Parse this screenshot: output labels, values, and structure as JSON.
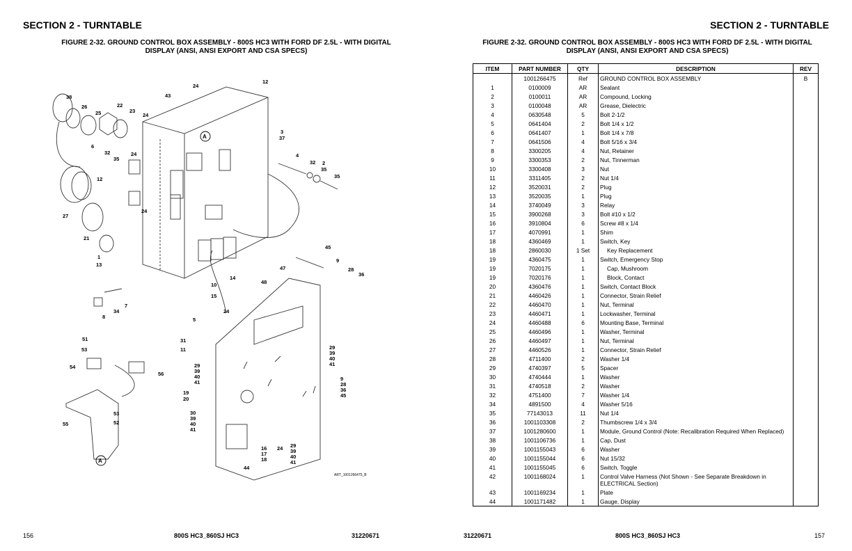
{
  "left_page": {
    "section_title": "SECTION 2 - TURNTABLE",
    "figure_title_line1": "FIGURE 2-32. GROUND CONTROL BOX ASSEMBLY - 800S HC3 WITH FORD DF 2.5L - WITH DIGITAL",
    "figure_title_line2": "DISPLAY (ANSI, ANSI EXPORT AND CSA SPECS)",
    "art_id": "ART_1001266475_B",
    "page_number": "156",
    "footer_model": "800S HC3_860SJ HC3",
    "footer_doc": "31220671",
    "callouts": [
      "38",
      "26",
      "25",
      "22",
      "23",
      "24",
      "43",
      "24",
      "12",
      "6",
      "32",
      "35",
      "24",
      "12",
      "3",
      "37",
      "4",
      "32",
      "2",
      "35",
      "35",
      "27",
      "24",
      "21",
      "1",
      "13",
      "14",
      "45",
      "47",
      "48",
      "9",
      "28",
      "36",
      "10",
      "15",
      "24",
      "51",
      "53",
      "54",
      "56",
      "5",
      "31",
      "11",
      "29",
      "39",
      "40",
      "41",
      "19",
      "20",
      "30",
      "39",
      "40",
      "41",
      "53",
      "52",
      "55",
      "16",
      "17",
      "18",
      "24",
      "29",
      "39",
      "40",
      "41",
      "44",
      "29",
      "39",
      "40",
      "41",
      "9",
      "28",
      "36",
      "45",
      "8",
      "34",
      "7",
      "A",
      "A"
    ]
  },
  "right_page": {
    "section_title": "SECTION 2 - TURNTABLE",
    "figure_title_line1": "FIGURE 2-32. GROUND CONTROL BOX ASSEMBLY - 800S HC3 WITH FORD DF 2.5L - WITH DIGITAL",
    "figure_title_line2": "DISPLAY (ANSI, ANSI EXPORT AND CSA SPECS)",
    "page_number": "157",
    "footer_model": "800S HC3_860SJ HC3",
    "footer_doc": "31220671",
    "table": {
      "headers": [
        "ITEM",
        "PART NUMBER",
        "QTY",
        "DESCRIPTION",
        "REV"
      ],
      "rows": [
        {
          "item": "",
          "part": "1001266475",
          "qty": "Ref",
          "desc": "GROUND CONTROL BOX ASSEMBLY",
          "rev": "B",
          "lvl": 0
        },
        {
          "item": "1",
          "part": "0100009",
          "qty": "AR",
          "desc": "Sealant",
          "rev": "",
          "lvl": 1
        },
        {
          "item": "2",
          "part": "0100011",
          "qty": "AR",
          "desc": "Compound, Locking",
          "rev": "",
          "lvl": 1
        },
        {
          "item": "3",
          "part": "0100048",
          "qty": "AR",
          "desc": "Grease, Dielectric",
          "rev": "",
          "lvl": 1
        },
        {
          "item": "4",
          "part": "0630548",
          "qty": "5",
          "desc": "Bolt 2-1/2",
          "rev": "",
          "lvl": 1
        },
        {
          "item": "5",
          "part": "0641404",
          "qty": "2",
          "desc": "Bolt 1/4 x 1/2",
          "rev": "",
          "lvl": 1
        },
        {
          "item": "6",
          "part": "0641407",
          "qty": "1",
          "desc": "Bolt 1/4 x 7/8",
          "rev": "",
          "lvl": 1
        },
        {
          "item": "7",
          "part": "0641506",
          "qty": "4",
          "desc": "Bolt 5/16 x 3/4",
          "rev": "",
          "lvl": 1
        },
        {
          "item": "8",
          "part": "3300205",
          "qty": "4",
          "desc": "Nut, Retainer",
          "rev": "",
          "lvl": 1
        },
        {
          "item": "9",
          "part": "3300353",
          "qty": "2",
          "desc": "Nut, Tinnerman",
          "rev": "",
          "lvl": 1
        },
        {
          "item": "10",
          "part": "3300408",
          "qty": "3",
          "desc": "Nut",
          "rev": "",
          "lvl": 1
        },
        {
          "item": "11",
          "part": "3311405",
          "qty": "2",
          "desc": "Nut 1/4",
          "rev": "",
          "lvl": 1
        },
        {
          "item": "12",
          "part": "3520031",
          "qty": "2",
          "desc": "Plug",
          "rev": "",
          "lvl": 1
        },
        {
          "item": "13",
          "part": "3520035",
          "qty": "1",
          "desc": "Plug",
          "rev": "",
          "lvl": 1
        },
        {
          "item": "14",
          "part": "3740049",
          "qty": "3",
          "desc": "Relay",
          "rev": "",
          "lvl": 1
        },
        {
          "item": "15",
          "part": "3900268",
          "qty": "3",
          "desc": "Bolt #10 x 1/2",
          "rev": "",
          "lvl": 1
        },
        {
          "item": "16",
          "part": "3910804",
          "qty": "6",
          "desc": "Screw #8 x 1/4",
          "rev": "",
          "lvl": 1
        },
        {
          "item": "17",
          "part": "4070991",
          "qty": "1",
          "desc": "Shim",
          "rev": "",
          "lvl": 1
        },
        {
          "item": "18",
          "part": "4360469",
          "qty": "1",
          "desc": "Switch, Key",
          "rev": "",
          "lvl": 1
        },
        {
          "item": "18",
          "part": "2860030",
          "qty": "1 Set",
          "desc": "Key Replacement",
          "rev": "",
          "lvl": 2
        },
        {
          "item": "19",
          "part": "4360475",
          "qty": "1",
          "desc": "Switch, Emergency Stop",
          "rev": "",
          "lvl": 1
        },
        {
          "item": "19",
          "part": "7020175",
          "qty": "1",
          "desc": "Cap, Mushroom",
          "rev": "",
          "lvl": 2
        },
        {
          "item": "19",
          "part": "7020176",
          "qty": "1",
          "desc": "Block, Contact",
          "rev": "",
          "lvl": 2
        },
        {
          "item": "20",
          "part": "4360476",
          "qty": "1",
          "desc": "Switch, Contact Block",
          "rev": "",
          "lvl": 1
        },
        {
          "item": "21",
          "part": "4460426",
          "qty": "1",
          "desc": "Connector, Strain Relief",
          "rev": "",
          "lvl": 1
        },
        {
          "item": "22",
          "part": "4460470",
          "qty": "1",
          "desc": "Nut, Terminal",
          "rev": "",
          "lvl": 1
        },
        {
          "item": "23",
          "part": "4460471",
          "qty": "1",
          "desc": "Lockwasher, Terminal",
          "rev": "",
          "lvl": 1
        },
        {
          "item": "24",
          "part": "4460488",
          "qty": "6",
          "desc": "Mounting Base, Terminal",
          "rev": "",
          "lvl": 1
        },
        {
          "item": "25",
          "part": "4460496",
          "qty": "1",
          "desc": "Washer, Terminal",
          "rev": "",
          "lvl": 1
        },
        {
          "item": "26",
          "part": "4460497",
          "qty": "1",
          "desc": "Nut, Terminal",
          "rev": "",
          "lvl": 1
        },
        {
          "item": "27",
          "part": "4460526",
          "qty": "1",
          "desc": "Connector, Strain Relief",
          "rev": "",
          "lvl": 1
        },
        {
          "item": "28",
          "part": "4711400",
          "qty": "2",
          "desc": "Washer 1/4",
          "rev": "",
          "lvl": 1
        },
        {
          "item": "29",
          "part": "4740397",
          "qty": "5",
          "desc": "Spacer",
          "rev": "",
          "lvl": 1
        },
        {
          "item": "30",
          "part": "4740444",
          "qty": "1",
          "desc": "Washer",
          "rev": "",
          "lvl": 1
        },
        {
          "item": "31",
          "part": "4740518",
          "qty": "2",
          "desc": "Washer",
          "rev": "",
          "lvl": 1
        },
        {
          "item": "32",
          "part": "4751400",
          "qty": "7",
          "desc": "Washer 1/4",
          "rev": "",
          "lvl": 1
        },
        {
          "item": "34",
          "part": "4891500",
          "qty": "4",
          "desc": "Washer 5/16",
          "rev": "",
          "lvl": 1
        },
        {
          "item": "35",
          "part": "77143013",
          "qty": "11",
          "desc": "Nut 1/4",
          "rev": "",
          "lvl": 1
        },
        {
          "item": "36",
          "part": "1001103308",
          "qty": "2",
          "desc": "Thumbscrew 1/4 x 3/4",
          "rev": "",
          "lvl": 1
        },
        {
          "item": "37",
          "part": "1001280600",
          "qty": "1",
          "desc": "Module, Ground Control (Note: Recalibration Required When Replaced)",
          "rev": "",
          "lvl": 1
        },
        {
          "item": "38",
          "part": "1001106736",
          "qty": "1",
          "desc": "Cap, Dust",
          "rev": "",
          "lvl": 1
        },
        {
          "item": "39",
          "part": "1001155043",
          "qty": "6",
          "desc": "Washer",
          "rev": "",
          "lvl": 1
        },
        {
          "item": "40",
          "part": "1001155044",
          "qty": "6",
          "desc": "Nut 15/32",
          "rev": "",
          "lvl": 1
        },
        {
          "item": "41",
          "part": "1001155045",
          "qty": "6",
          "desc": "Switch, Toggle",
          "rev": "",
          "lvl": 1
        },
        {
          "item": "42",
          "part": "1001168024",
          "qty": "1",
          "desc": "Control Valve Harness (Not Shown - See Separate Breakdown in ELECTRICAL Section)",
          "rev": "",
          "lvl": 1
        },
        {
          "item": "43",
          "part": "1001169234",
          "qty": "1",
          "desc": "Plate",
          "rev": "",
          "lvl": 1
        },
        {
          "item": "44",
          "part": "1001171482",
          "qty": "1",
          "desc": "Gauge, Display",
          "rev": "",
          "lvl": 1
        }
      ]
    }
  }
}
